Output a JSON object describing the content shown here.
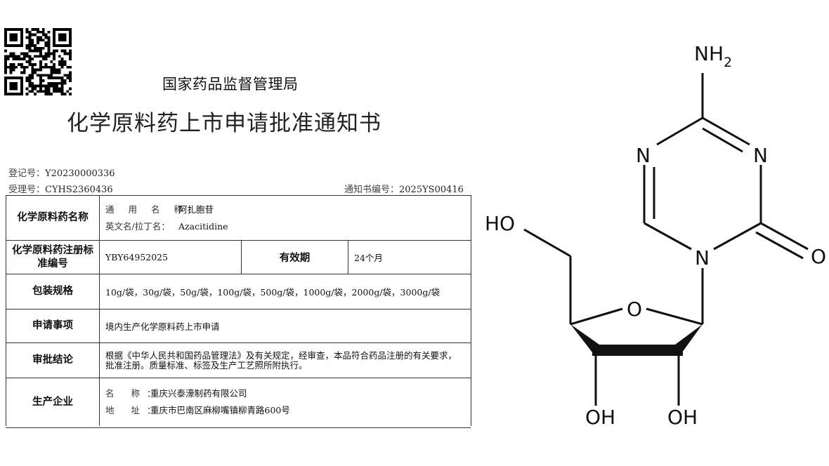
{
  "header": {
    "agency": "国家药品监督管理局",
    "title": "化学原料药上市申请批准通知书"
  },
  "meta": {
    "registration_label": "登记号：",
    "registration_no": "Y20230000336",
    "acceptance_label": "受理号：",
    "acceptance_no": "CYHS2360436",
    "notice_label": "通知书编号：",
    "notice_no": "2025YS00416"
  },
  "table": {
    "name_label": "化学原料药名称",
    "common_name_label": "通 用 名 称：",
    "common_name": "阿扎胞苷",
    "english_name_label": "英文名/拉丁名：",
    "english_name": "Azacitidine",
    "standard_label": "化学原料药注册标准编号",
    "standard_no": "YBY64952025",
    "validity_label": "有效期",
    "validity": "24个月",
    "package_label": "包装规格",
    "package": "10g/袋，30g/袋，50g/袋，100g/袋，500g/袋，1000g/袋，2000g/袋，3000g/袋",
    "matter_label": "申请事项",
    "matter": "境内生产化学原料药上市申请",
    "conclusion_label": "审批结论",
    "conclusion": "根据《中华人民共和国药品管理法》及有关规定，经审查，本品符合药品注册的有关要求，批准注册。质量标准、标签及生产工艺照所附执行。",
    "manufacturer_label": "生产企业",
    "company_name_label": "名 称：",
    "company_name": "重庆兴泰濠制药有限公司",
    "address_label": "地 址：",
    "address": "重庆市巴南区麻柳嘴镇柳青路600号"
  },
  "molecule": {
    "nh": "NH",
    "nh_sub": "2",
    "n_left": "N",
    "n_right": "N",
    "n_bottom": "N",
    "o_carbonyl": "O",
    "o_ring": "O",
    "ho_label": "HO",
    "oh_left": "OH",
    "oh_right": "OH"
  }
}
